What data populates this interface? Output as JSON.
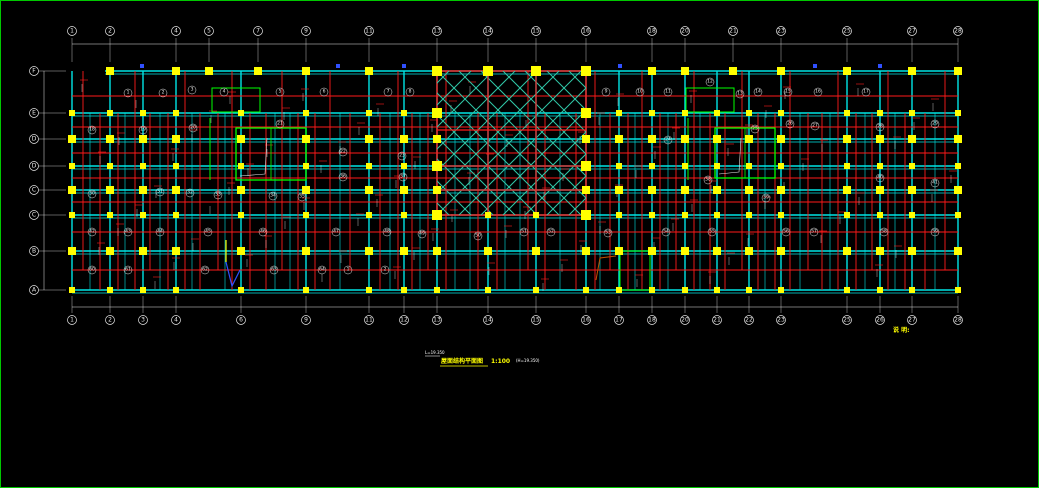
{
  "drawing": {
    "axes_top": [
      "1",
      "2",
      "4",
      "5",
      "7",
      "9",
      "11",
      "13",
      "14",
      "15",
      "16",
      "18",
      "20",
      "21",
      "23",
      "25",
      "27",
      "28"
    ],
    "axes_bottom": [
      "1",
      "2",
      "3",
      "4",
      "6",
      "9",
      "11",
      "12",
      "13",
      "14",
      "15",
      "16",
      "17",
      "18",
      "20",
      "21",
      "22",
      "23",
      "25",
      "26",
      "27",
      "28"
    ],
    "axes_rows": [
      "F",
      "E",
      "D",
      "D",
      "C",
      "C",
      "B",
      "A"
    ],
    "rooms": [
      "1",
      "2",
      "3",
      "4",
      "5",
      "6",
      "7",
      "8",
      "9",
      "10",
      "11",
      "12",
      "13",
      "14",
      "15",
      "16",
      "17",
      "18",
      "19",
      "20",
      "21",
      "22",
      "23",
      "24",
      "25",
      "26",
      "27",
      "28",
      "29",
      "30",
      "31",
      "32",
      "33",
      "34",
      "35",
      "36",
      "37",
      "38",
      "39",
      "40",
      "41",
      "42",
      "43",
      "44",
      "45",
      "46",
      "47",
      "48",
      "49",
      "50",
      "51",
      "52",
      "53",
      "54",
      "55",
      "56",
      "57",
      "58",
      "59",
      "60",
      "61",
      "62",
      "63",
      "64"
    ],
    "title": "屋面结构平面图",
    "scale": "1:100",
    "note": "(H=19.350)",
    "side_note": "说 明:"
  },
  "colors": {
    "background": "#000000",
    "frame": "#00c800",
    "beam_cyan": "#00e5e5",
    "beam_red": "#ff1a1a",
    "column": "#ffff00",
    "wall_green": "#00ff00",
    "dim_white": "#e8e8e8",
    "blue_mark": "#3050ff"
  }
}
